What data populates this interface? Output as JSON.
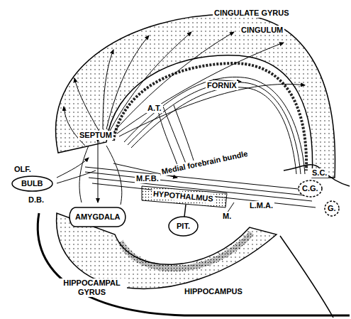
{
  "diagram": {
    "nodes": [
      {
        "text": [
          "OLF.",
          "BULB"
        ]
      },
      {
        "text": [
          "AMYGDALA"
        ]
      },
      {
        "text": [
          "PIT."
        ]
      },
      {
        "text": [
          "C.G."
        ]
      },
      {
        "text": [
          "G."
        ]
      }
    ],
    "labels": [
      "CINGULATE GYRUS",
      "CINGULUM",
      "FORNIX",
      "SEPTUM",
      "A.T.",
      "D.B.",
      "M.F.B.",
      "Medial forebrain bundle",
      "HYPOTHALMUS",
      "S.C.",
      "L.M.A.",
      "M.",
      "HIPPOCAMPAL GYRUS",
      "HIPPOCAMPUS"
    ]
  }
}
